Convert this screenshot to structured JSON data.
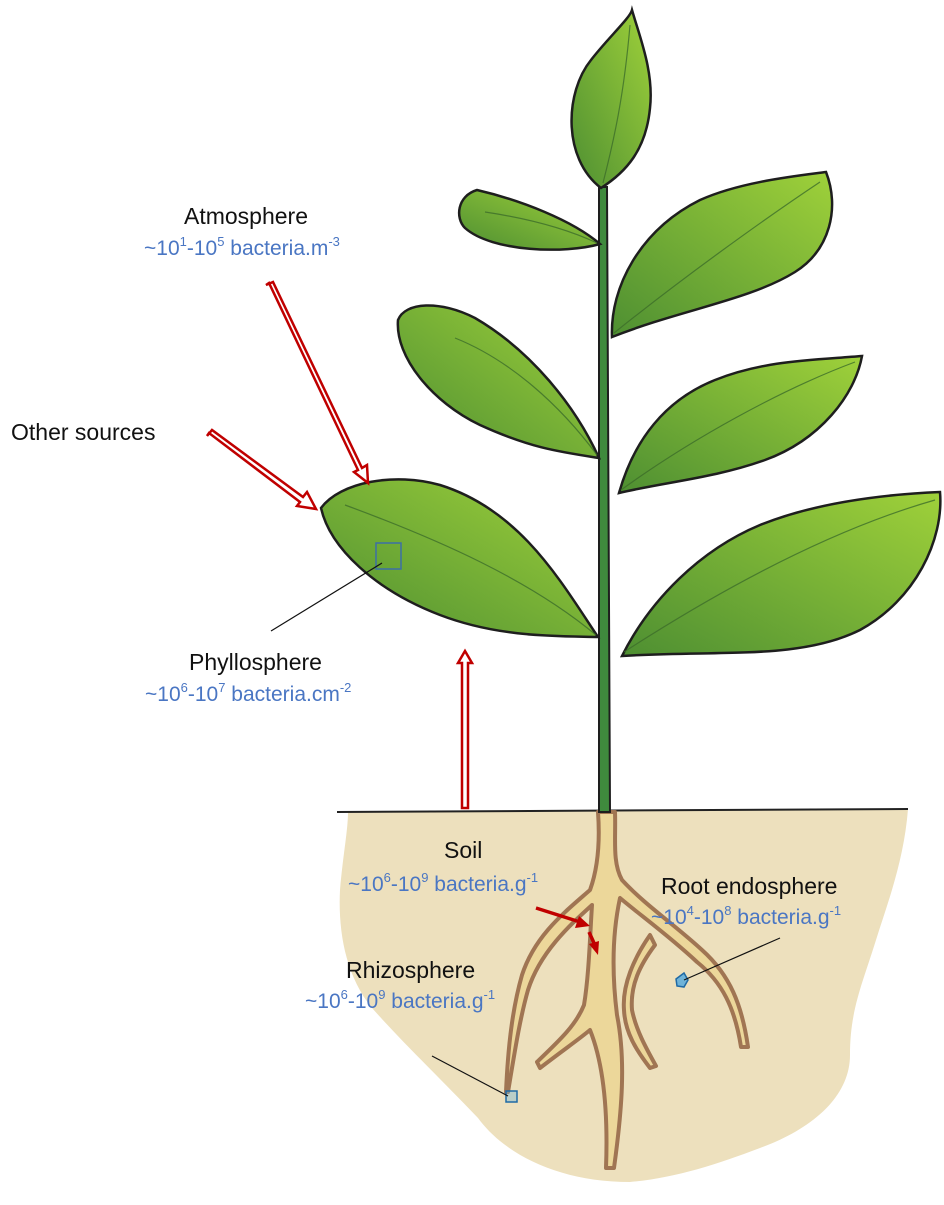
{
  "colors": {
    "soil_fill": "#ede0bd",
    "soil_line": "#222222",
    "leaf_light": "#9fd13a",
    "leaf_dark": "#4e8f32",
    "stem": "#3f8a3d",
    "root_fill": "#ecd79a",
    "root_edge": "#a07553",
    "arrow": "#c00000",
    "count_text": "#4a76c3",
    "label_text": "#111111"
  },
  "labels": {
    "atmosphere": "Atmosphere",
    "other_sources": "Other sources",
    "phyllosphere": "Phyllosphere",
    "soil": "Soil",
    "root_endosphere": "Root endosphere",
    "rhizosphere": "Rhizosphere"
  },
  "counts": {
    "atmosphere": {
      "prefix": "~10",
      "e1": "1",
      "mid": "-10",
      "e2": "5",
      "unit": " bacteria.m",
      "e3": "-3"
    },
    "phyllosphere": {
      "prefix": "~10",
      "e1": "6",
      "mid": "-10",
      "e2": "7",
      "unit": " bacteria.cm",
      "e3": "-2"
    },
    "soil": {
      "prefix": "~10",
      "e1": "6",
      "mid": "-10",
      "e2": "9",
      "unit": " bacteria.g",
      "e3": "-1"
    },
    "root_endosphere": {
      "prefix": "~10",
      "e1": "4",
      "mid": "-10",
      "e2": "8",
      "unit": " bacteria.g",
      "e3": "-1"
    },
    "rhizosphere": {
      "prefix": "~10",
      "e1": "6",
      "mid": "-10",
      "e2": "9",
      "unit": " bacteria.g",
      "e3": "-1"
    }
  }
}
